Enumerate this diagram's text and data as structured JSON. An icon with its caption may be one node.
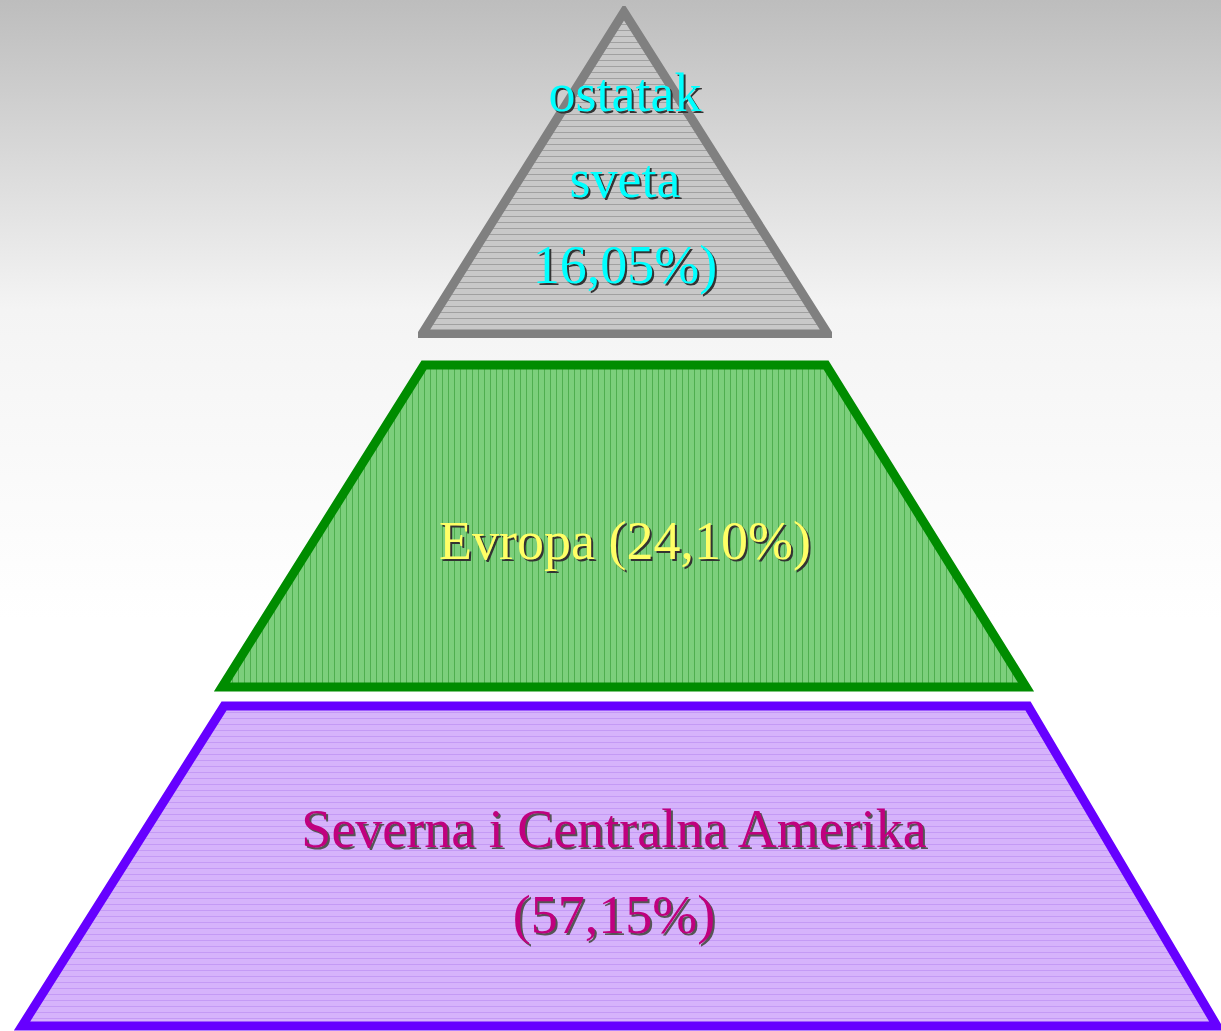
{
  "diagram": {
    "nodes": [
      {
        "text": [
          "ostatak sveta 16,05%)"
        ]
      },
      {
        "text": [
          "Evropa (24,10%)"
        ]
      },
      {
        "text": [
          "Severna i Centralna Amerika (57,15%)"
        ]
      }
    ]
  }
}
